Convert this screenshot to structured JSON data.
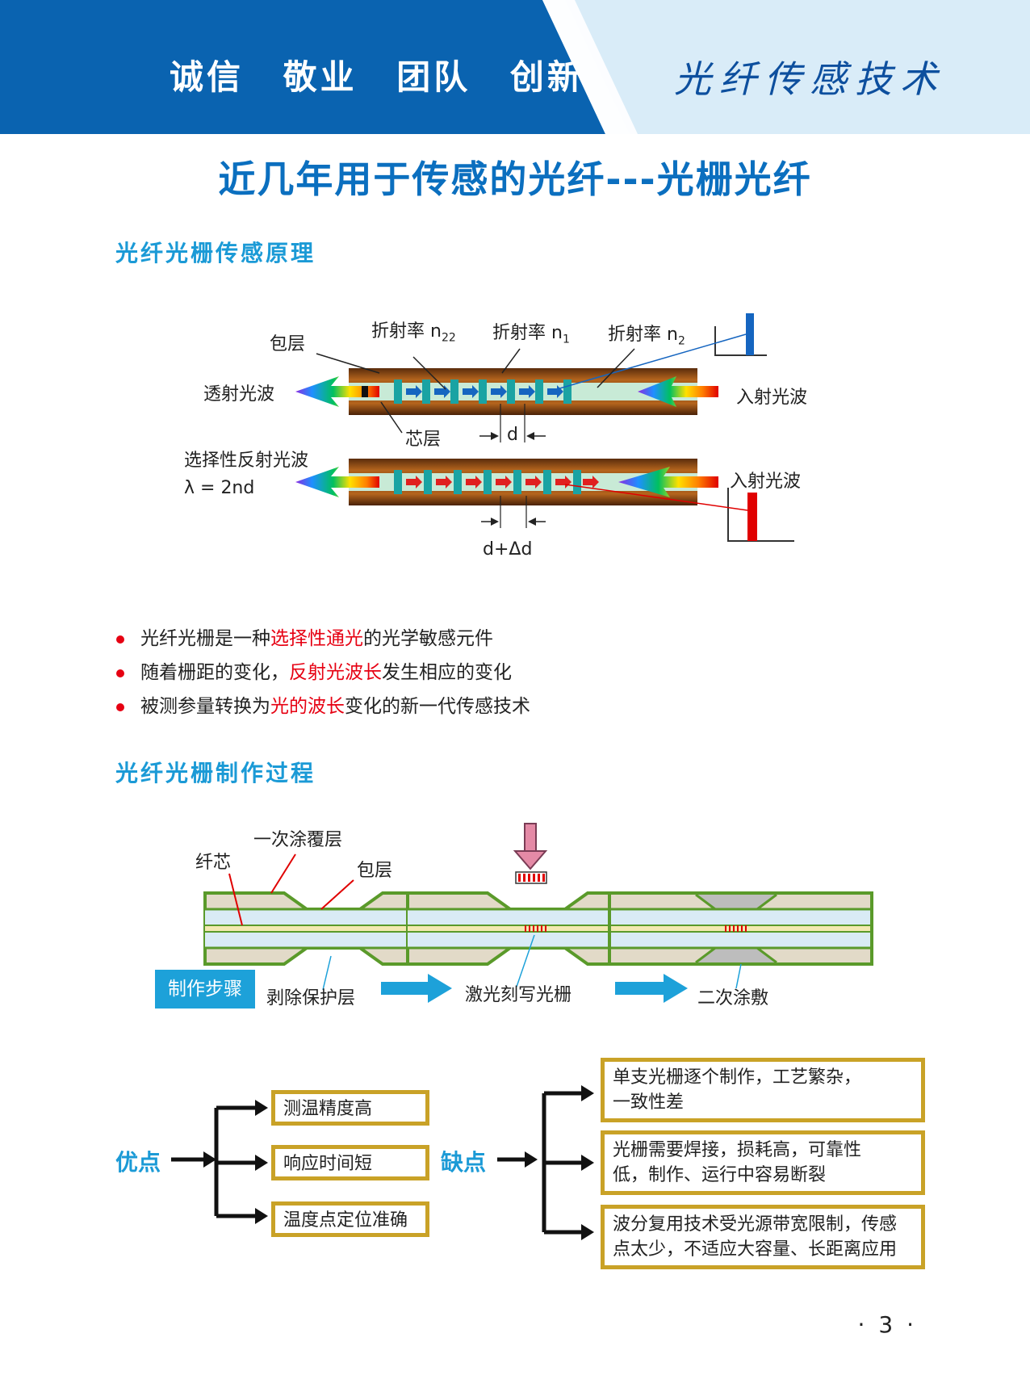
{
  "header": {
    "motto": [
      "诚信",
      "敬业",
      "团队",
      "创新"
    ],
    "topic": "光纤传感技术"
  },
  "title": "近几年用于传感的光纤---光栅光纤",
  "section1": {
    "heading": "光纤光栅传感原理",
    "diagram": {
      "cladding": "包层",
      "n22": "折射率 n",
      "n22_sub": "22",
      "n1": "折射率 n",
      "n1_sub": "1",
      "n2": "折射率 n",
      "n2_sub": "2",
      "transmitted": "透射光波",
      "incident_top": "入射光波",
      "core": "芯层",
      "d": "d",
      "reflected": "选择性反射光波",
      "lambda": "λ = 2nd",
      "incident_bottom": "入射光波",
      "d_delta": "d+Δd"
    },
    "bullets": [
      {
        "pre": "光纤光栅是一种",
        "hl": "选择性通光",
        "post": "的光学敏感元件"
      },
      {
        "pre": "随着栅距的变化，",
        "hl": "反射光波长",
        "post": "发生相应的变化"
      },
      {
        "pre": "被测参量转换为",
        "hl": "光的波长",
        "post": "变化的新一代传感技术"
      }
    ]
  },
  "section2": {
    "heading": "光纤光栅制作过程",
    "diagram": {
      "core": "纤芯",
      "primary_coating": "一次涂覆层",
      "cladding": "包层",
      "steps_tag": "制作步骤",
      "step1": "剥除保护层",
      "step2": "激光刻写光栅",
      "step3": "二次涂敷"
    }
  },
  "pros": {
    "label": "优点",
    "items": [
      "测温精度高",
      "响应时间短",
      "温度点定位准确"
    ]
  },
  "cons": {
    "label": "缺点",
    "items": [
      [
        "单支光栅逐个制作，工艺繁杂，",
        "一致性差"
      ],
      [
        "光栅需要焊接，损耗高，可靠性",
        "低，制作、运行中容易断裂"
      ],
      [
        "波分复用技术受光源带宽限制，传感",
        "点太少，不适应大容量、长距离应用"
      ]
    ]
  },
  "page_number": "3",
  "colors": {
    "banner_blue": "#0a63b0",
    "banner_light": "#e6f3fb",
    "accent_red": "#e60012",
    "section_blue": "#1b9ad6",
    "box_gold": "#c9a227"
  }
}
